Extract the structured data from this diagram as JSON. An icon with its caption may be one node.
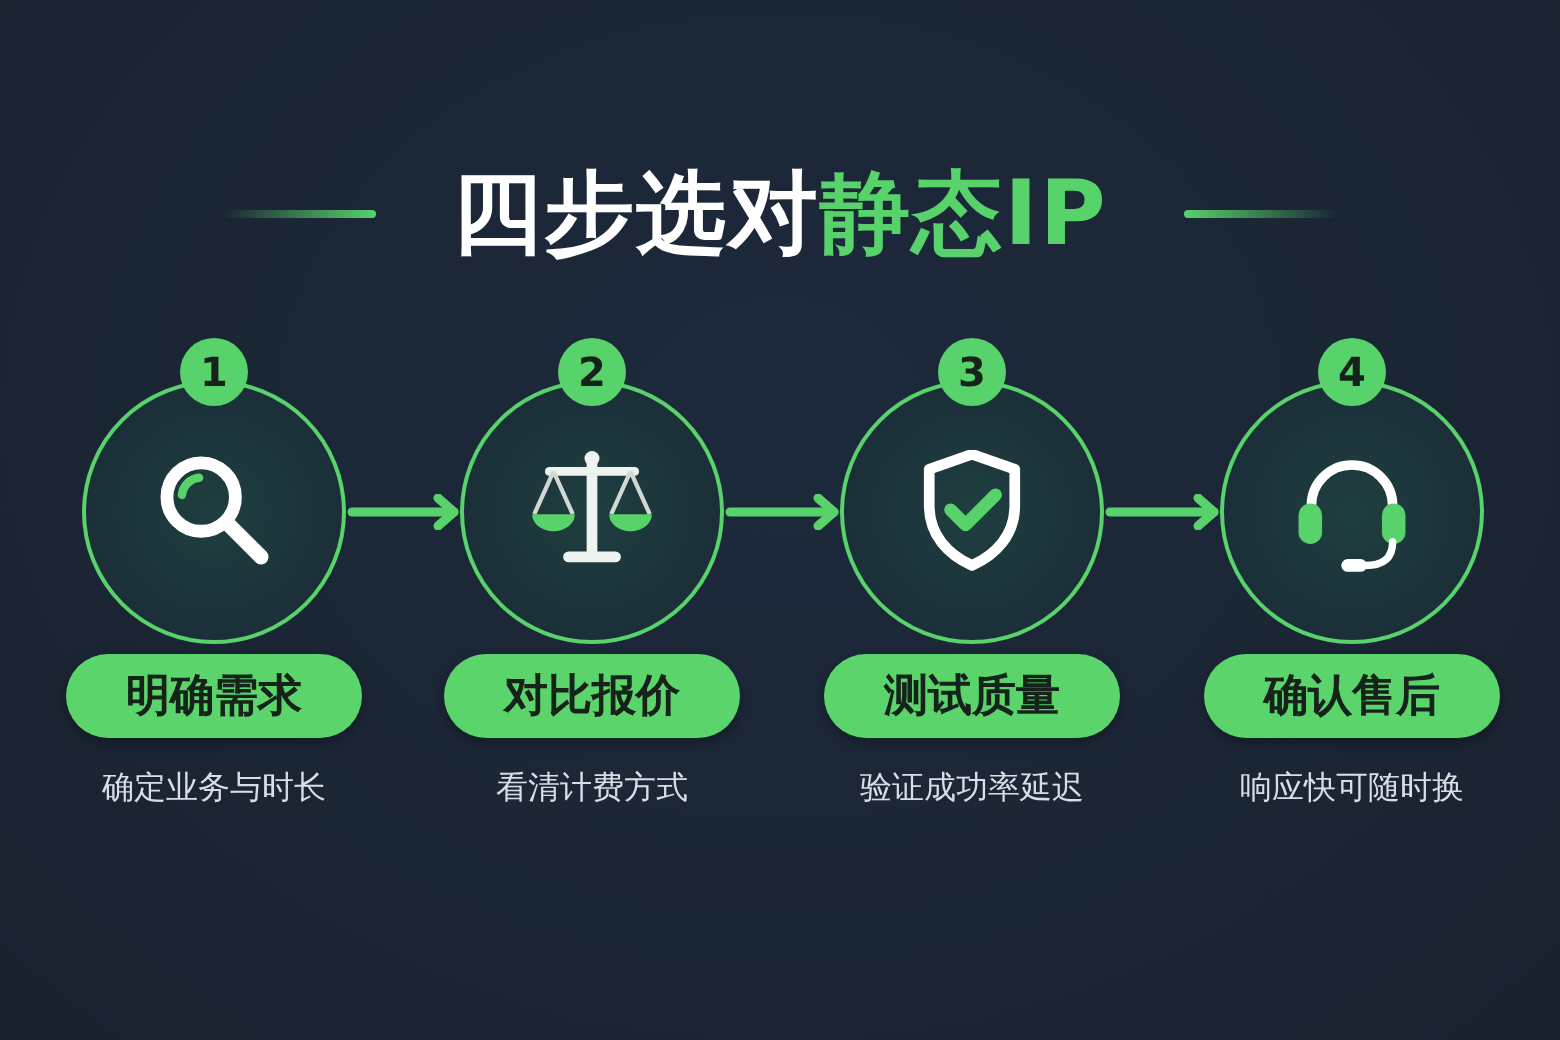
{
  "diagram": {
    "title": "四步选对**静态IP**",
    "nodes": [
      {
        "text": [
          "1"
        ]
      },
      {
        "text": [],
        "shape": "circle"
      },
      {
        "text": [
          "明确需求"
        ],
        "beside": [
          "确定业务与时长"
        ]
      },
      {
        "text": [
          "2"
        ]
      },
      {
        "text": [],
        "shape": "circle"
      },
      {
        "text": [
          "对比报价"
        ],
        "beside": [
          "看清计费方式"
        ]
      },
      {
        "text": [
          "3"
        ]
      },
      {
        "text": [],
        "shape": "circle"
      },
      {
        "text": [
          "测试质量"
        ],
        "beside": [
          "验证成功率延迟"
        ]
      },
      {
        "text": [
          "4"
        ]
      },
      {
        "text": [],
        "shape": "circle"
      },
      {
        "text": [
          "确认售后"
        ],
        "beside": [
          "响应快可随时换"
        ]
      }
    ],
    "edges": [
      {
        "from": 1,
        "to": 4,
        "arrow": "to"
      },
      {
        "from": 4,
        "to": 7,
        "arrow": "to"
      },
      {
        "from": 7,
        "to": 10,
        "arrow": "to"
      }
    ]
  }
}
